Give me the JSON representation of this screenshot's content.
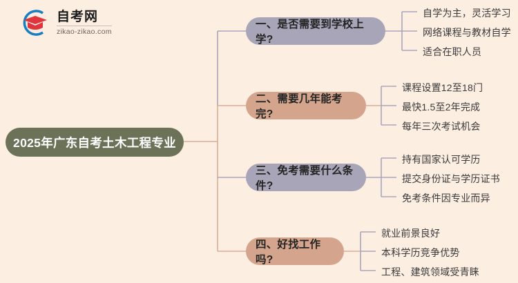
{
  "logo": {
    "name": "zikao-logo",
    "title": "自考网",
    "domain": "zikao-zikao.com",
    "mark_arc_color": "#1a7fc1",
    "mark_cap_color": "#e0353c"
  },
  "colors": {
    "background": "#fdeee2",
    "root": "#6b7257",
    "root_text": "#ffffff",
    "branch_purple": "#a8a5b8",
    "branch_tan": "#d4a58c",
    "leaf_text": "#3a3a3a",
    "wire_purple": "#a9a6ba",
    "wire_tan": "#d9ae97"
  },
  "mindmap": {
    "root": {
      "label": "2025年广东自考土木工程专业"
    },
    "branches": [
      {
        "label": "一、是否需要到学校上学?",
        "color": "purple",
        "leaves": [
          "自学为主，灵活学习",
          "网络课程与教材自学",
          "适合在职人员"
        ]
      },
      {
        "label": "二、需要几年能考完?",
        "color": "tan",
        "leaves": [
          "课程设置12至18门",
          "最快1.5至2年完成",
          "每年三次考试机会"
        ]
      },
      {
        "label": "三、免考需要什么条件?",
        "color": "purple",
        "leaves": [
          "持有国家认可学历",
          "提交身份证与学历证书",
          "免考条件因专业而异"
        ]
      },
      {
        "label": "四、好找工作吗?",
        "color": "tan",
        "leaves": [
          "就业前景良好",
          "本科学历竞争优势",
          "工程、建筑领域受青睐"
        ]
      }
    ]
  }
}
